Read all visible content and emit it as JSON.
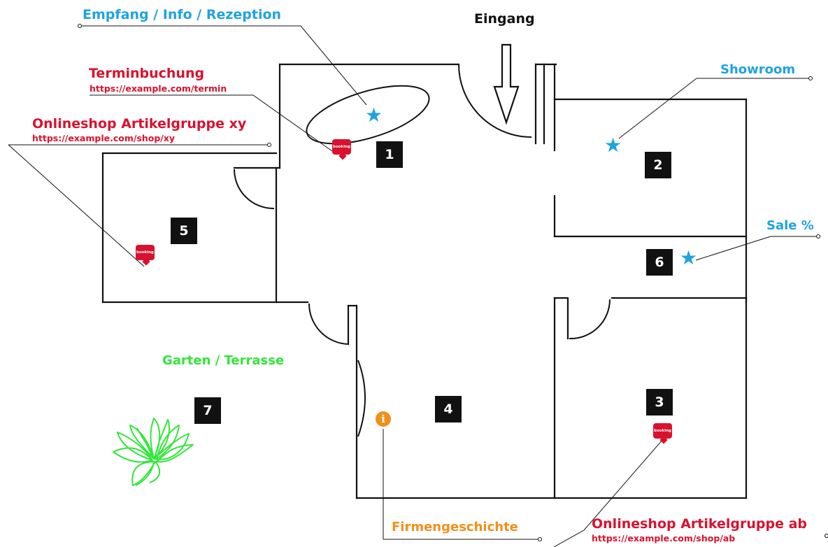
{
  "colors": {
    "blue": "#1fa3e0",
    "red": "#d9112f",
    "green": "#33e63b",
    "orange": "#f0901a",
    "wall": "#111111"
  },
  "labels": {
    "entrance": "Eingang",
    "reception": "Empfang / Info / Rezeption",
    "appointment": "Terminbuchung",
    "appointment_url": "https://example.com/termin",
    "shop_xy": "Onlineshop Artikelgruppe xy",
    "shop_xy_url": "https://example.com/shop/xy",
    "showroom": "Showroom",
    "sale": "Sale %",
    "garden": "Garten / Terrasse",
    "company_history": "Firmengeschichte",
    "shop_ab": "Onlineshop Artikelgruppe ab",
    "shop_ab_url": "https://example.com/shop/ab"
  },
  "rooms": [
    "1",
    "2",
    "3",
    "4",
    "5",
    "6",
    "7"
  ],
  "markers": {
    "booking_text": "booking",
    "star_icon": "star-icon",
    "info_icon": "info-icon",
    "info_glyph": "i",
    "lotus_icon": "lotus-icon"
  }
}
